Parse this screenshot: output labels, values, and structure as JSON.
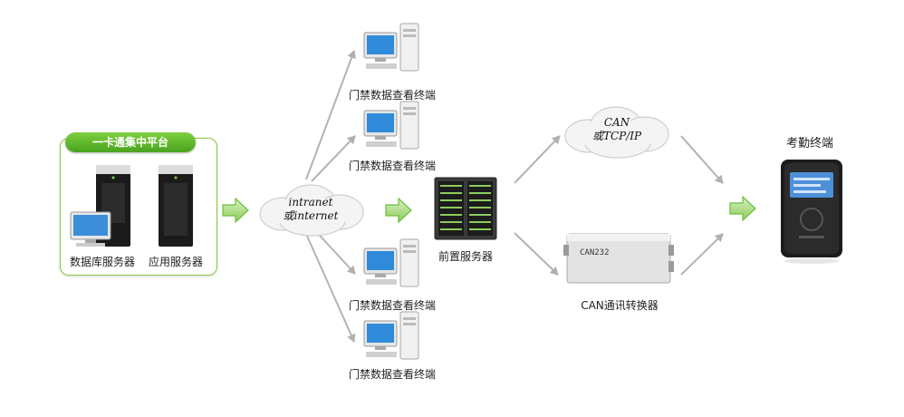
{
  "platform": {
    "title": "一卡通集中平台",
    "db_server_label": "数据库服务器",
    "app_server_label": "应用服务器"
  },
  "network_cloud": {
    "line1": "intranet",
    "line2": "或internet"
  },
  "door_terminals": [
    {
      "label": "门禁数据查看终端"
    },
    {
      "label": "门禁数据查看终端"
    },
    {
      "label": "门禁数据查看终端"
    },
    {
      "label": "门禁数据查看终端"
    }
  ],
  "front_server": {
    "label": "前置服务器"
  },
  "can_cloud": {
    "line1": "CAN",
    "line2": "或TCP/IP"
  },
  "can_converter": {
    "label": "CAN通讯转换器",
    "device_text": "CAN232"
  },
  "attendance": {
    "title": "考勤终端"
  },
  "colors": {
    "accent_green": "#6cbf3a",
    "arrow_gray": "#b3b3b3"
  }
}
